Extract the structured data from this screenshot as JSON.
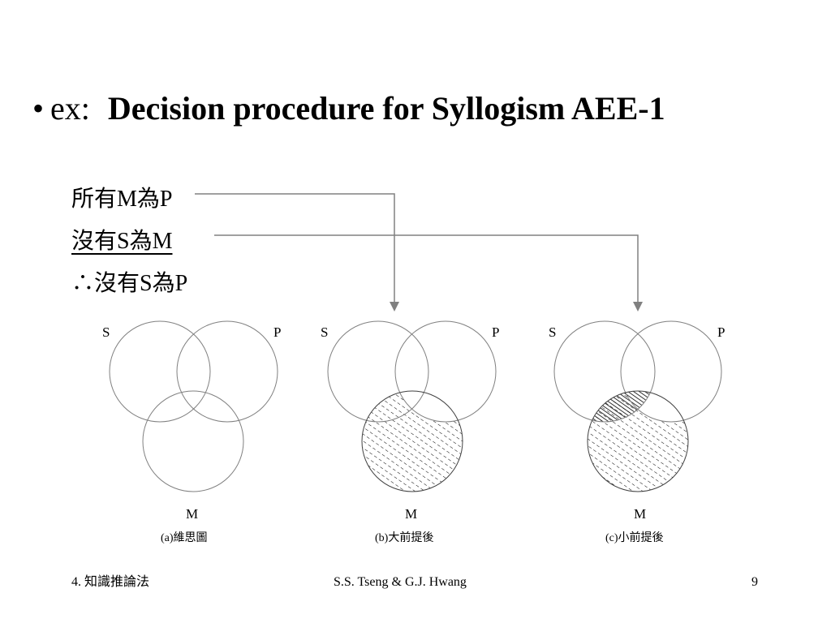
{
  "slide": {
    "bullet": "•",
    "ex_label": "ex:",
    "heading": "Decision procedure for Syllogism AEE-1"
  },
  "premises": {
    "major": "所有M為P",
    "minor": "沒有S為M",
    "conclusion": "∴沒有S為P"
  },
  "diagrams": [
    {
      "labels": {
        "s": "S",
        "p": "P",
        "m": "M"
      },
      "caption": "(a)維思圖",
      "shading": "none"
    },
    {
      "labels": {
        "s": "S",
        "p": "P",
        "m": "M"
      },
      "caption": "(b)大前提後",
      "shading": "M outside P"
    },
    {
      "labels": {
        "s": "S",
        "p": "P",
        "m": "M"
      },
      "caption": "(c)小前提後",
      "shading": "M outside P and S∩M"
    }
  ],
  "footer": {
    "left": "4. 知識推論法",
    "center": "S.S. Tseng & G.J. Hwang",
    "right": "9"
  },
  "colors": {
    "circle_stroke": "#808080",
    "arrow": "#808080",
    "hatch": "#000000",
    "text": "#000000"
  }
}
